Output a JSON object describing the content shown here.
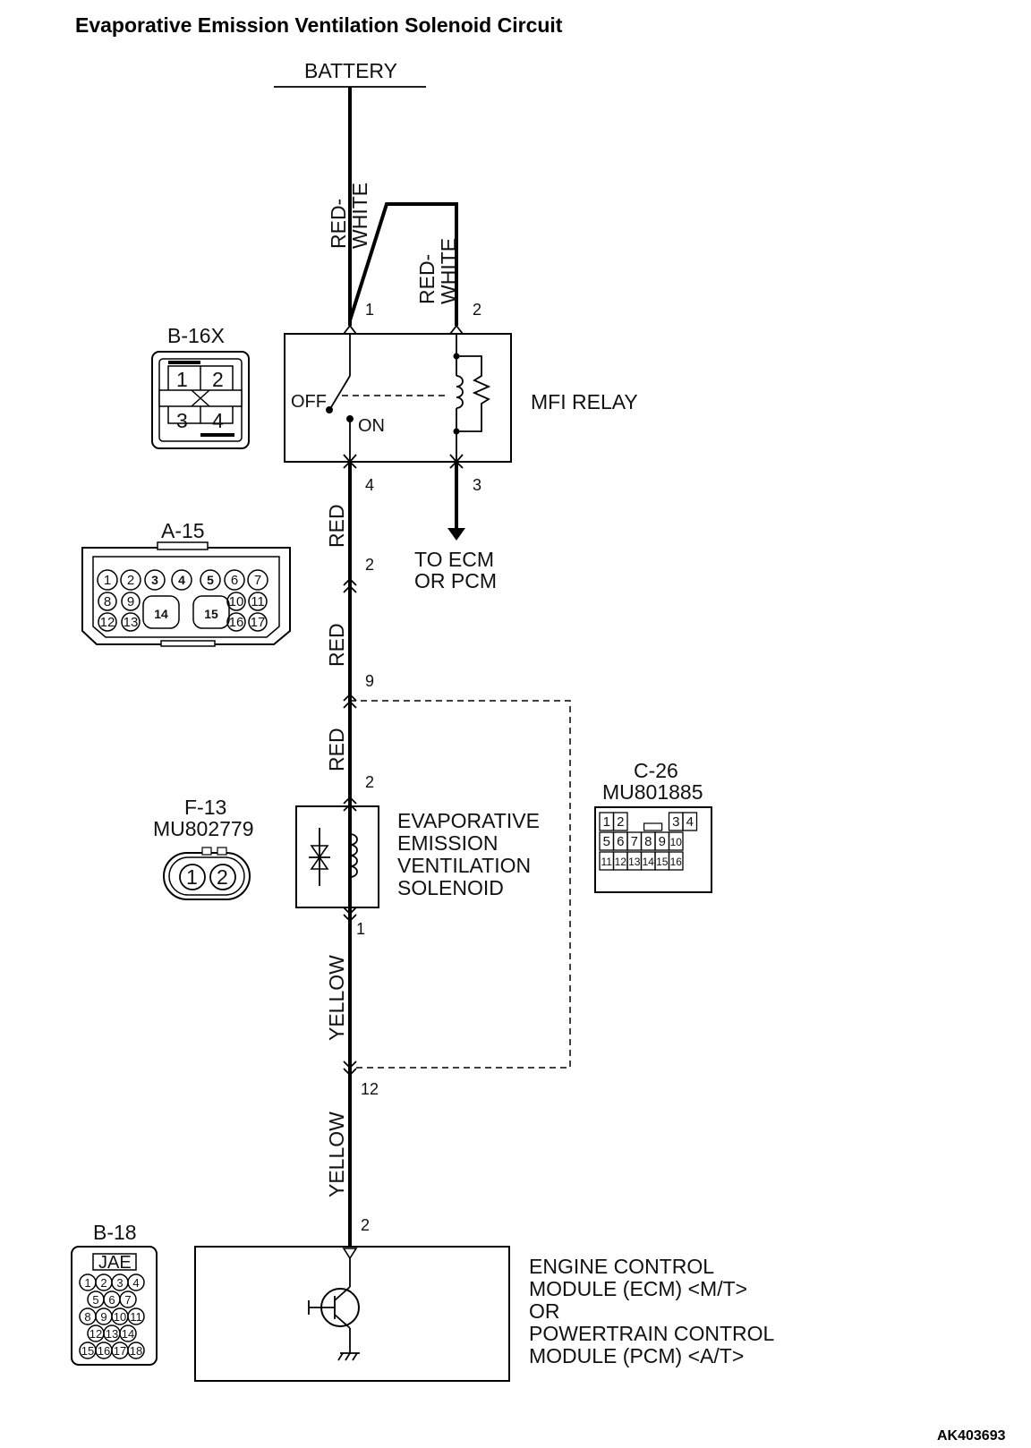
{
  "title": "Evaporative Emission Ventilation Solenoid Circuit",
  "battery_label": "BATTERY",
  "relay": {
    "label": "MFI RELAY",
    "switch_off": "OFF",
    "switch_on": "ON",
    "pins": [
      "1",
      "2",
      "3",
      "4"
    ],
    "output_label": [
      "TO ECM",
      "OR PCM"
    ]
  },
  "wires": {
    "battery_to_relay": "RED-WHITE",
    "relay_coil_feed": "RED-WHITE",
    "relay_to_a15": "RED",
    "a15_to_c26": "RED",
    "c26_to_solenoid": "RED",
    "solenoid_to_c26": "YELLOW",
    "c26_to_ecm": "YELLOW"
  },
  "wire_color_lines": {
    "battery_to_relay": [
      "RED-",
      "WHITE"
    ],
    "relay_coil_feed": [
      "RED-",
      "WHITE"
    ]
  },
  "pins": {
    "a15": "2",
    "c26_top": "9",
    "solenoid_top": "2",
    "solenoid_bottom": "1",
    "c26_bottom": "12",
    "ecm": "2"
  },
  "solenoid": {
    "label_lines": [
      "EVAPORATIVE",
      "EMISSION",
      "VENTILATION",
      "SOLENOID"
    ]
  },
  "ecm": {
    "label_lines": [
      "ENGINE CONTROL",
      "MODULE (ECM) <M/T>",
      "OR",
      "POWERTRAIN CONTROL",
      "MODULE (PCM) <A/T>"
    ]
  },
  "connectors": {
    "b16x": {
      "name": "B-16X",
      "pins": [
        "1",
        "2",
        "3",
        "4"
      ]
    },
    "a15": {
      "name": "A-15",
      "pins": [
        "1",
        "2",
        "3",
        "4",
        "5",
        "6",
        "7",
        "8",
        "9",
        "10",
        "11",
        "12",
        "13",
        "14",
        "15",
        "16",
        "17"
      ]
    },
    "c26": {
      "name": "C-26",
      "part": "MU801885",
      "pins": [
        "1",
        "2",
        "3",
        "4",
        "5",
        "6",
        "7",
        "8",
        "9",
        "10",
        "11",
        "12",
        "13",
        "14",
        "15",
        "16"
      ]
    },
    "f13": {
      "name": "F-13",
      "part": "MU802779",
      "pins": [
        "1",
        "2"
      ]
    },
    "b18": {
      "name": "B-18",
      "maker": "JAE",
      "pins": [
        "1",
        "2",
        "3",
        "4",
        "5",
        "6",
        "7",
        "8",
        "9",
        "10",
        "11",
        "12",
        "13",
        "14",
        "15",
        "16",
        "17",
        "18"
      ]
    }
  },
  "figure_code": "AK403693"
}
